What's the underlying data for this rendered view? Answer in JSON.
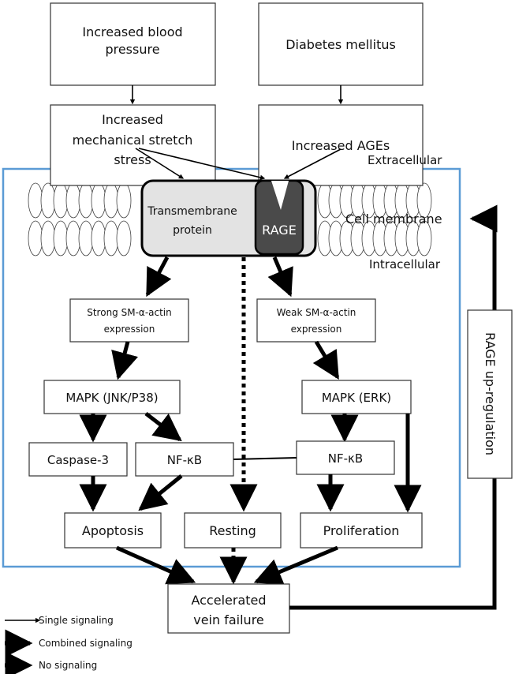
{
  "boxes": {
    "blood_pressure": [
      "Increased blood",
      "pressure"
    ],
    "diabetes": [
      "Diabetes mellitus"
    ],
    "stretch": [
      "Increased",
      "mechanical stretch",
      "stress"
    ],
    "ages": [
      "Increased AGEs"
    ],
    "strong_actin": [
      "Strong SM-α-actin",
      "expression"
    ],
    "weak_actin": [
      "Weak SM-α-actin",
      "expression"
    ],
    "mapk_jnk": "MAPK (JNK/P38)",
    "mapk_erk": "MAPK (ERK)",
    "caspase": "Caspase-3",
    "nfkb_left": "NF-κB",
    "nfkb_right": "NF-κB",
    "apoptosis": "Apoptosis",
    "resting": "Resting",
    "proliferation": "Proliferation",
    "vein_failure": [
      "Accelerated",
      "vein failure"
    ],
    "rage_up": "RAGE up-regulation"
  },
  "labels": {
    "extracellular": "Extracellular",
    "cell_membrane": "Cell membrane",
    "intracellular": "Intracellular",
    "transmembrane": [
      "Transmembrane",
      "protein"
    ],
    "rage": "RAGE"
  },
  "legend": {
    "single": "Single signaling",
    "combined": "Combined signaling",
    "none": "No signaling"
  },
  "colors": {
    "frame": "#5b9bd5",
    "protein": "#e3e3e3",
    "rage": "#4a4a4a"
  }
}
